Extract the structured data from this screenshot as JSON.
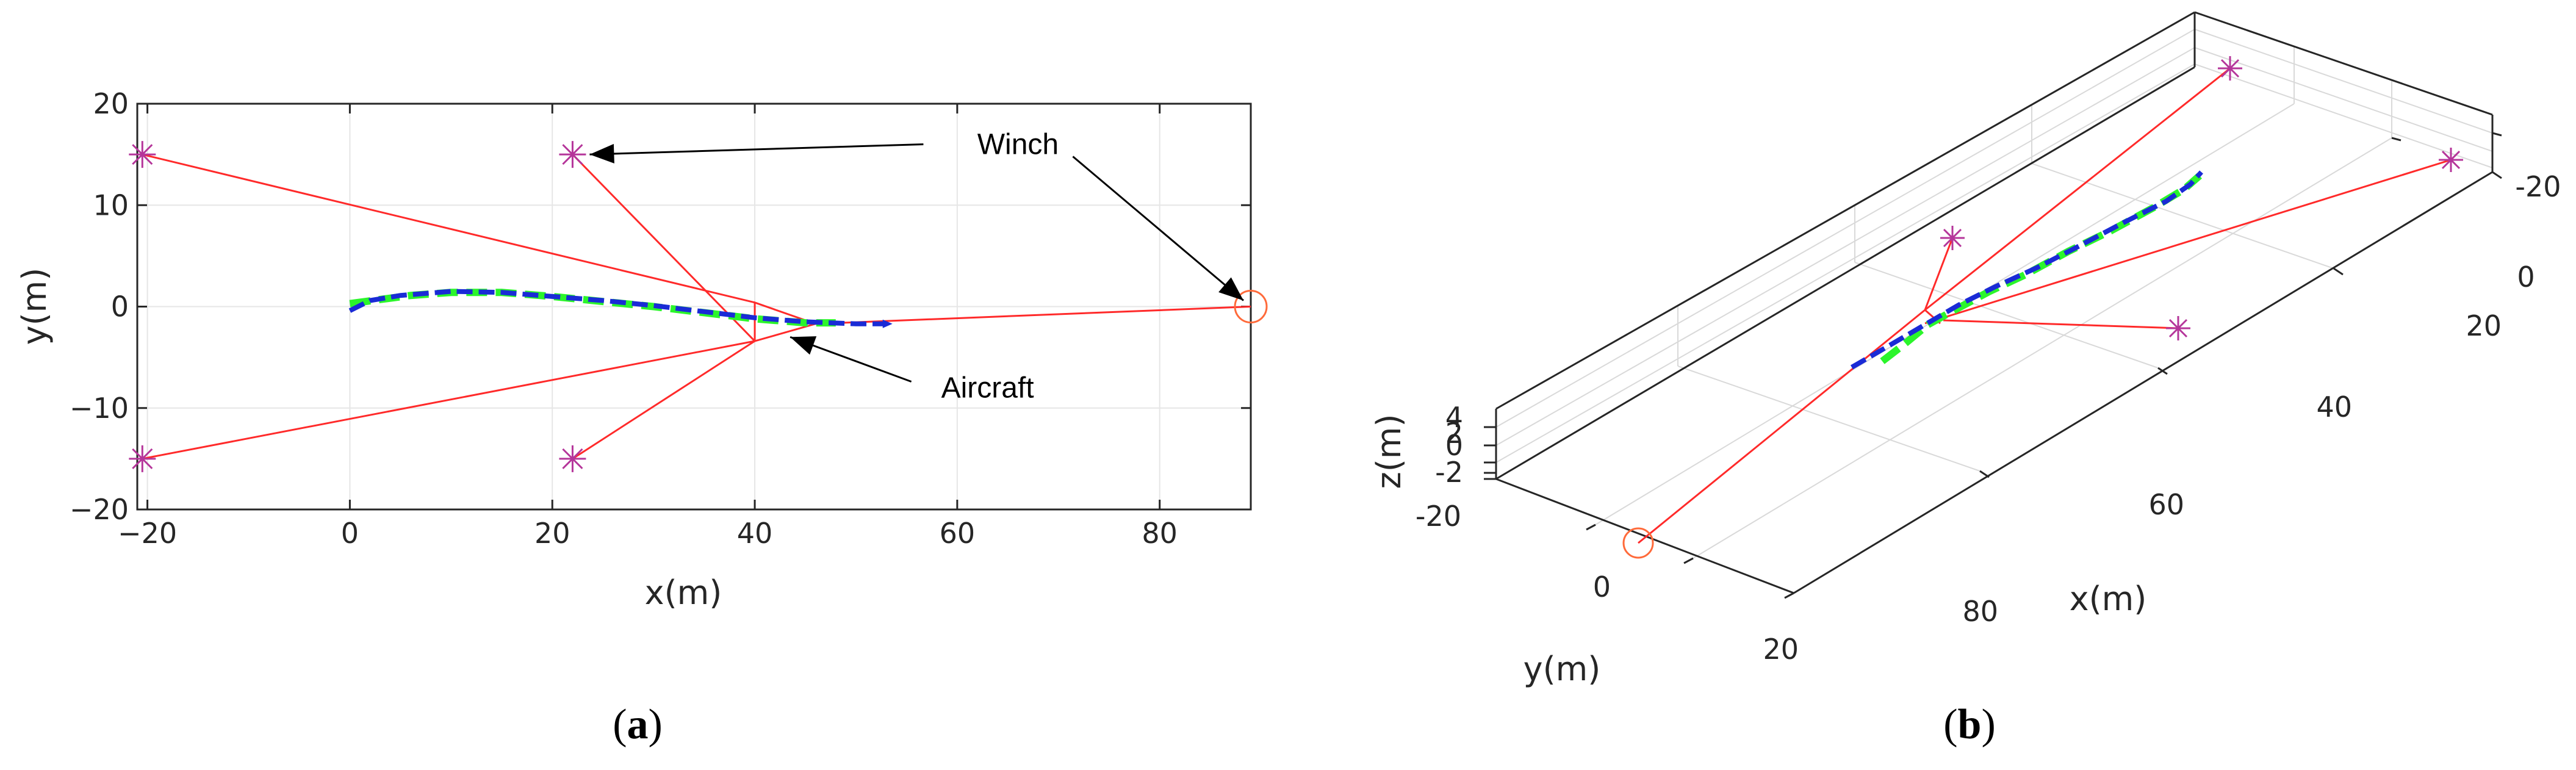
{
  "chart_data": [
    {
      "panel": "(a)",
      "caption_letter": "a",
      "type": "line",
      "xlabel": "x(m)",
      "ylabel": "y(m)",
      "xlim": [
        -21,
        89
      ],
      "ylim": [
        -20,
        20
      ],
      "xticks": [
        -20,
        0,
        20,
        40,
        60,
        80
      ],
      "yticks": [
        -20,
        -10,
        0,
        10,
        20
      ],
      "winches": [
        [
          -20.5,
          15
        ],
        [
          -20.5,
          -15
        ],
        [
          22,
          15
        ],
        [
          22,
          -15
        ]
      ],
      "circle_winch": [
        89,
        0
      ],
      "attachment_points": [
        [
          40,
          0.4
        ],
        [
          46,
          -1.7
        ],
        [
          40,
          -3.4
        ]
      ],
      "tether_connections": [
        [
          0,
          0
        ],
        [
          1,
          2
        ],
        [
          2,
          2
        ],
        [
          3,
          2
        ],
        [
          4,
          1
        ]
      ],
      "blue_path": {
        "x": [
          0,
          2,
          5,
          10,
          15,
          20,
          25,
          30,
          35,
          40,
          45,
          50,
          53
        ],
        "y": [
          -0.4,
          0.6,
          1.1,
          1.5,
          1.4,
          1.0,
          0.6,
          0.1,
          -0.5,
          -1.1,
          -1.5,
          -1.7,
          -1.7
        ]
      },
      "green_path": {
        "x": [
          0,
          3,
          6,
          10,
          15,
          20,
          25,
          30,
          35,
          40,
          45,
          48
        ],
        "y": [
          0.3,
          0.7,
          1.1,
          1.4,
          1.4,
          1.0,
          0.5,
          0.0,
          -0.6,
          -1.2,
          -1.6,
          -1.6
        ]
      },
      "annotations": [
        {
          "text": "Winch",
          "tx": 66,
          "ty": 16
        },
        {
          "text": "Aircraft",
          "tx": 63,
          "ty": -8
        }
      ],
      "colors": {
        "tether": "#ff2a2a",
        "winch": "#b5359a",
        "blue_path": "#1a2bd6",
        "green_path": "#2bf52b",
        "circle": "#ff6a3a"
      }
    },
    {
      "panel": "(b)",
      "caption_letter": "b",
      "type": "line",
      "view": "3d",
      "xlabel": "x(m)",
      "ylabel": "y(m)",
      "zlabel": "z(m)",
      "xticks": [
        20,
        40,
        60,
        80
      ],
      "yticks": [
        -20,
        0,
        20
      ],
      "zticks": [
        -2,
        0,
        2,
        4
      ],
      "right_yticks": [
        -20,
        0
      ],
      "grid": true,
      "colors": {
        "tether": "#ff2a2a",
        "winch": "#b5359a",
        "blue_path": "#1a2bd6",
        "green_path": "#2bf52b",
        "circle": "#ff6a3a"
      }
    }
  ]
}
